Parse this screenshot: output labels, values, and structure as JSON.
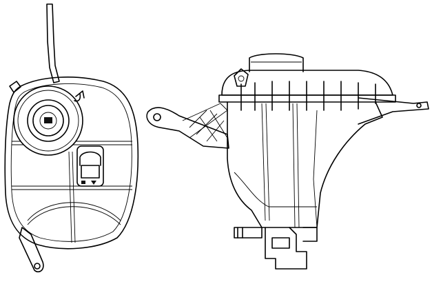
{
  "drawing": {
    "subject": "coolant-expansion-tank",
    "views": [
      "top-view",
      "side-view"
    ],
    "line_color": "#000000",
    "background_color": "#ffffff"
  }
}
